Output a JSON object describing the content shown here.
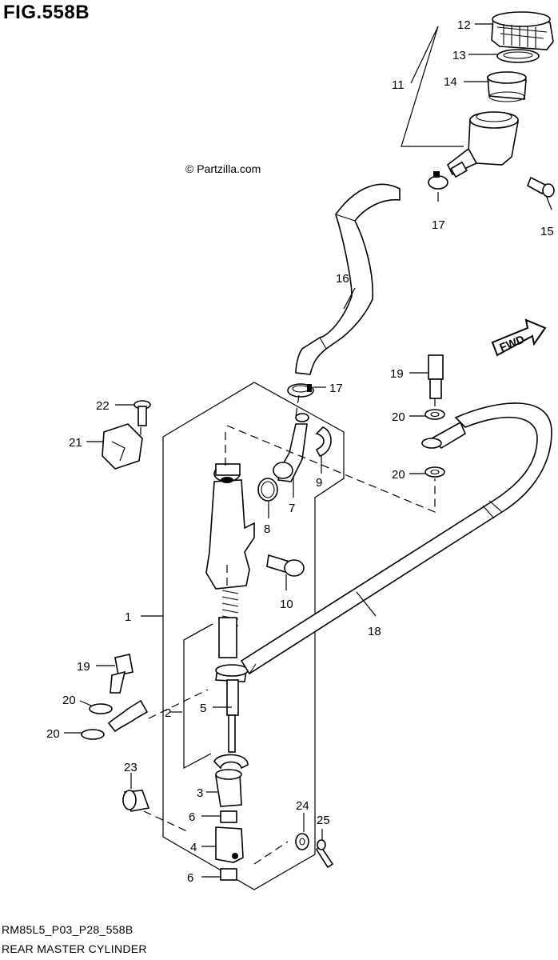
{
  "figure": {
    "title": "FIG.558B",
    "watermark": "© Partzilla.com",
    "code": "RM85L5_P03_P28_558B",
    "name": "REAR MASTER CYLINDER",
    "fwd_label": "FWD"
  },
  "callouts": {
    "c1": "1",
    "c2": "2",
    "c3": "3",
    "c4": "4",
    "c5": "5",
    "c6a": "6",
    "c6b": "6",
    "c7": "7",
    "c8": "8",
    "c9": "9",
    "c10": "10",
    "c11": "11",
    "c12": "12",
    "c13": "13",
    "c14": "14",
    "c15": "15",
    "c16": "16",
    "c17a": "17",
    "c17b": "17",
    "c18": "18",
    "c19a": "19",
    "c19b": "19",
    "c20a": "20",
    "c20b": "20",
    "c20c": "20",
    "c20d": "20",
    "c21": "21",
    "c22": "22",
    "c23": "23",
    "c24": "24",
    "c25": "25"
  }
}
